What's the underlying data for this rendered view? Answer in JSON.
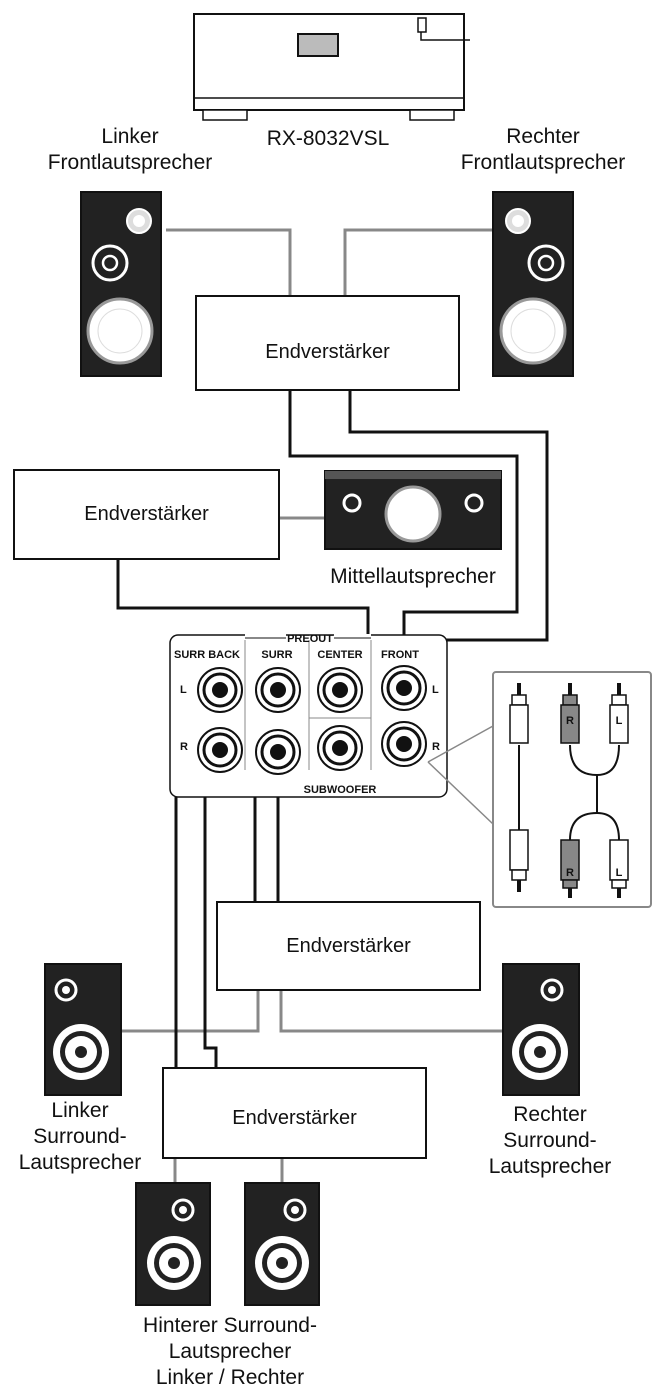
{
  "receiver": {
    "model": "RX-8032VSL"
  },
  "speakers": {
    "front_left": [
      "Linker",
      "Frontlautsprecher"
    ],
    "front_right": [
      "Rechter",
      "Frontlautsprecher"
    ],
    "center": "Mittellautsprecher",
    "surround_left": [
      "Linker",
      "Surround-",
      "Lautsprecher"
    ],
    "surround_right": [
      "Rechter",
      "Surround-",
      "Lautsprecher"
    ],
    "surround_back": [
      "Hinterer Surround-",
      "Lautsprecher",
      "Linker / Rechter"
    ]
  },
  "amplifiers": {
    "front": "Endverstärker",
    "center": "Endverstärker",
    "surround": "Endverstärker",
    "surround_back": "Endverstärker"
  },
  "preout_panel": {
    "title": "PREOUT",
    "columns": [
      "SURR BACK",
      "SURR",
      "CENTER",
      "FRONT"
    ],
    "subwoofer": "SUBWOOFER",
    "left": "L",
    "right": "R"
  },
  "rca_cable": {
    "left": "L",
    "right": "R"
  }
}
